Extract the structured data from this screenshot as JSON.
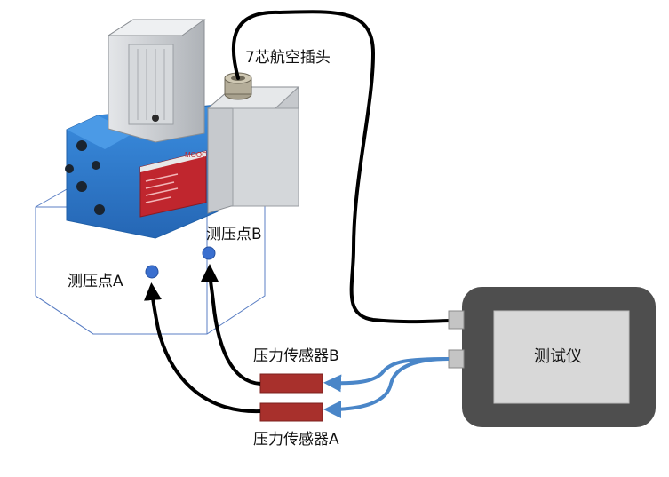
{
  "labels": {
    "connector": "7芯航空插头",
    "point_a": "测压点A",
    "point_b": "测压点B",
    "sensor_a": "压力传感器A",
    "sensor_b": "压力传感器B",
    "tester": "测试仪",
    "valve_brand": "MOOG"
  },
  "colors": {
    "block_outline": "#5b7fc4",
    "valve_blue": "#2f7fd0",
    "valve_blue_dark": "#1f5fa8",
    "nameplate_red": "#c0262e",
    "coil_grey": "#c9ccd0",
    "point_dot": "#3a6fcf",
    "sensor_red": "#a8302c",
    "signal_blue": "#4a86c8",
    "tester_body": "#4e4e4e",
    "tester_screen": "#d8d8d8",
    "cable": "#000000"
  }
}
